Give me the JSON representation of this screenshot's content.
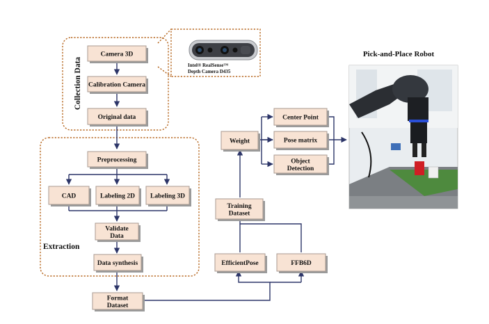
{
  "labels": {
    "collection": "Collection Data",
    "extraction": "Extraction",
    "robot_title": "Pick-and-Place Robot",
    "camera_caption_line1": "Intel® RealSense™",
    "camera_caption_line2": "Depth Camera D435"
  },
  "boxes": {
    "camera_3d": [
      "Camera 3D"
    ],
    "calibration_camera": [
      "Calibration Camera"
    ],
    "original_data": [
      "Original data"
    ],
    "preprocessing": [
      "Preprocessing"
    ],
    "cad": [
      "CAD"
    ],
    "labeling_2d": [
      "Labeling 2D"
    ],
    "labeling_3d": [
      "Labeling 3D"
    ],
    "validate_data": [
      "Validate",
      "Data"
    ],
    "data_synthesis": [
      "Data synthesis"
    ],
    "format_dataset": [
      "Format",
      "Dataset"
    ],
    "efficientpose": [
      "EfficientPose"
    ],
    "ffb6d": [
      "FFB6D"
    ],
    "training_dataset": [
      "Training",
      "Dataset"
    ],
    "weight": [
      "Weight"
    ],
    "center_point": [
      "Center Point"
    ],
    "pose_matrix": [
      "Pose matrix"
    ],
    "object_detection": [
      "Object",
      "Detection"
    ]
  },
  "colors": {
    "box_fill": "#f8e3d4",
    "box_shadow": "#9a9a9a",
    "dashed_border": "#b5651d",
    "connector": "#2c3568"
  },
  "images": {
    "camera": "depth-camera-photo",
    "robot": "robot-arm-photo"
  }
}
